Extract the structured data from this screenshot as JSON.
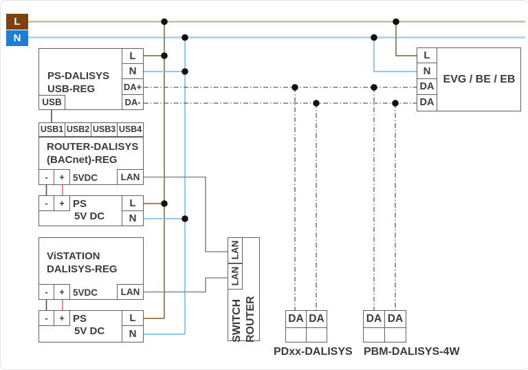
{
  "badges": {
    "l": "L",
    "n": "N"
  },
  "ps_usb": {
    "title1": "PS-DALISYS",
    "title2": "USB-REG",
    "t_l": "L",
    "t_n": "N",
    "t_da_plus": "DA+",
    "t_da_minus": "DA-",
    "usb": "USB"
  },
  "router": {
    "usb1": "USB1",
    "usb2": "USB2",
    "usb3": "USB3",
    "usb4": "USB4",
    "title1": "ROUTER-DALISYS",
    "title2": "(BACnet)-REG",
    "minus": "-",
    "plus": "+",
    "vdc": "5VDC",
    "lan": "LAN"
  },
  "ps1": {
    "minus": "-",
    "plus": "+",
    "name": "PS",
    "volt": "5V DC",
    "l": "L",
    "n": "N"
  },
  "vistation": {
    "title1": "ViSTATION",
    "title2": "DALISYS-REG",
    "minus": "-",
    "plus": "+",
    "vdc": "5VDC",
    "lan": "LAN"
  },
  "ps2": {
    "minus": "-",
    "plus": "+",
    "name": "PS",
    "volt": "5V DC",
    "l": "L",
    "n": "N"
  },
  "switch": {
    "lan1": "LAN",
    "lan2": "LAN",
    "title1": "SWITCH",
    "title2": "ROUTER"
  },
  "evg": {
    "t_l": "L",
    "t_n": "N",
    "t_da1": "DA",
    "t_da2": "DA",
    "title": "EVG / BE / EB"
  },
  "pdxx": {
    "da1": "DA",
    "da2": "DA",
    "label": "PDxx-DALISYS"
  },
  "pbm": {
    "da1": "DA",
    "da2": "DA",
    "label": "PBM-DALISYS-4W"
  },
  "colors": {
    "phase_bus": "#c7b9a2",
    "neutral_bus": "#a9cde2",
    "phase_badge_bg": "#7d4010",
    "neutral_badge_bg": "#1e7ed2",
    "phase_wire": "#97704a",
    "neutral_wire": "#7fc0e4",
    "plus_wire": "#e06a50",
    "minus_wire": "#444444",
    "lan_wire": "#888888",
    "dali_wire": "#5a5a5a"
  }
}
